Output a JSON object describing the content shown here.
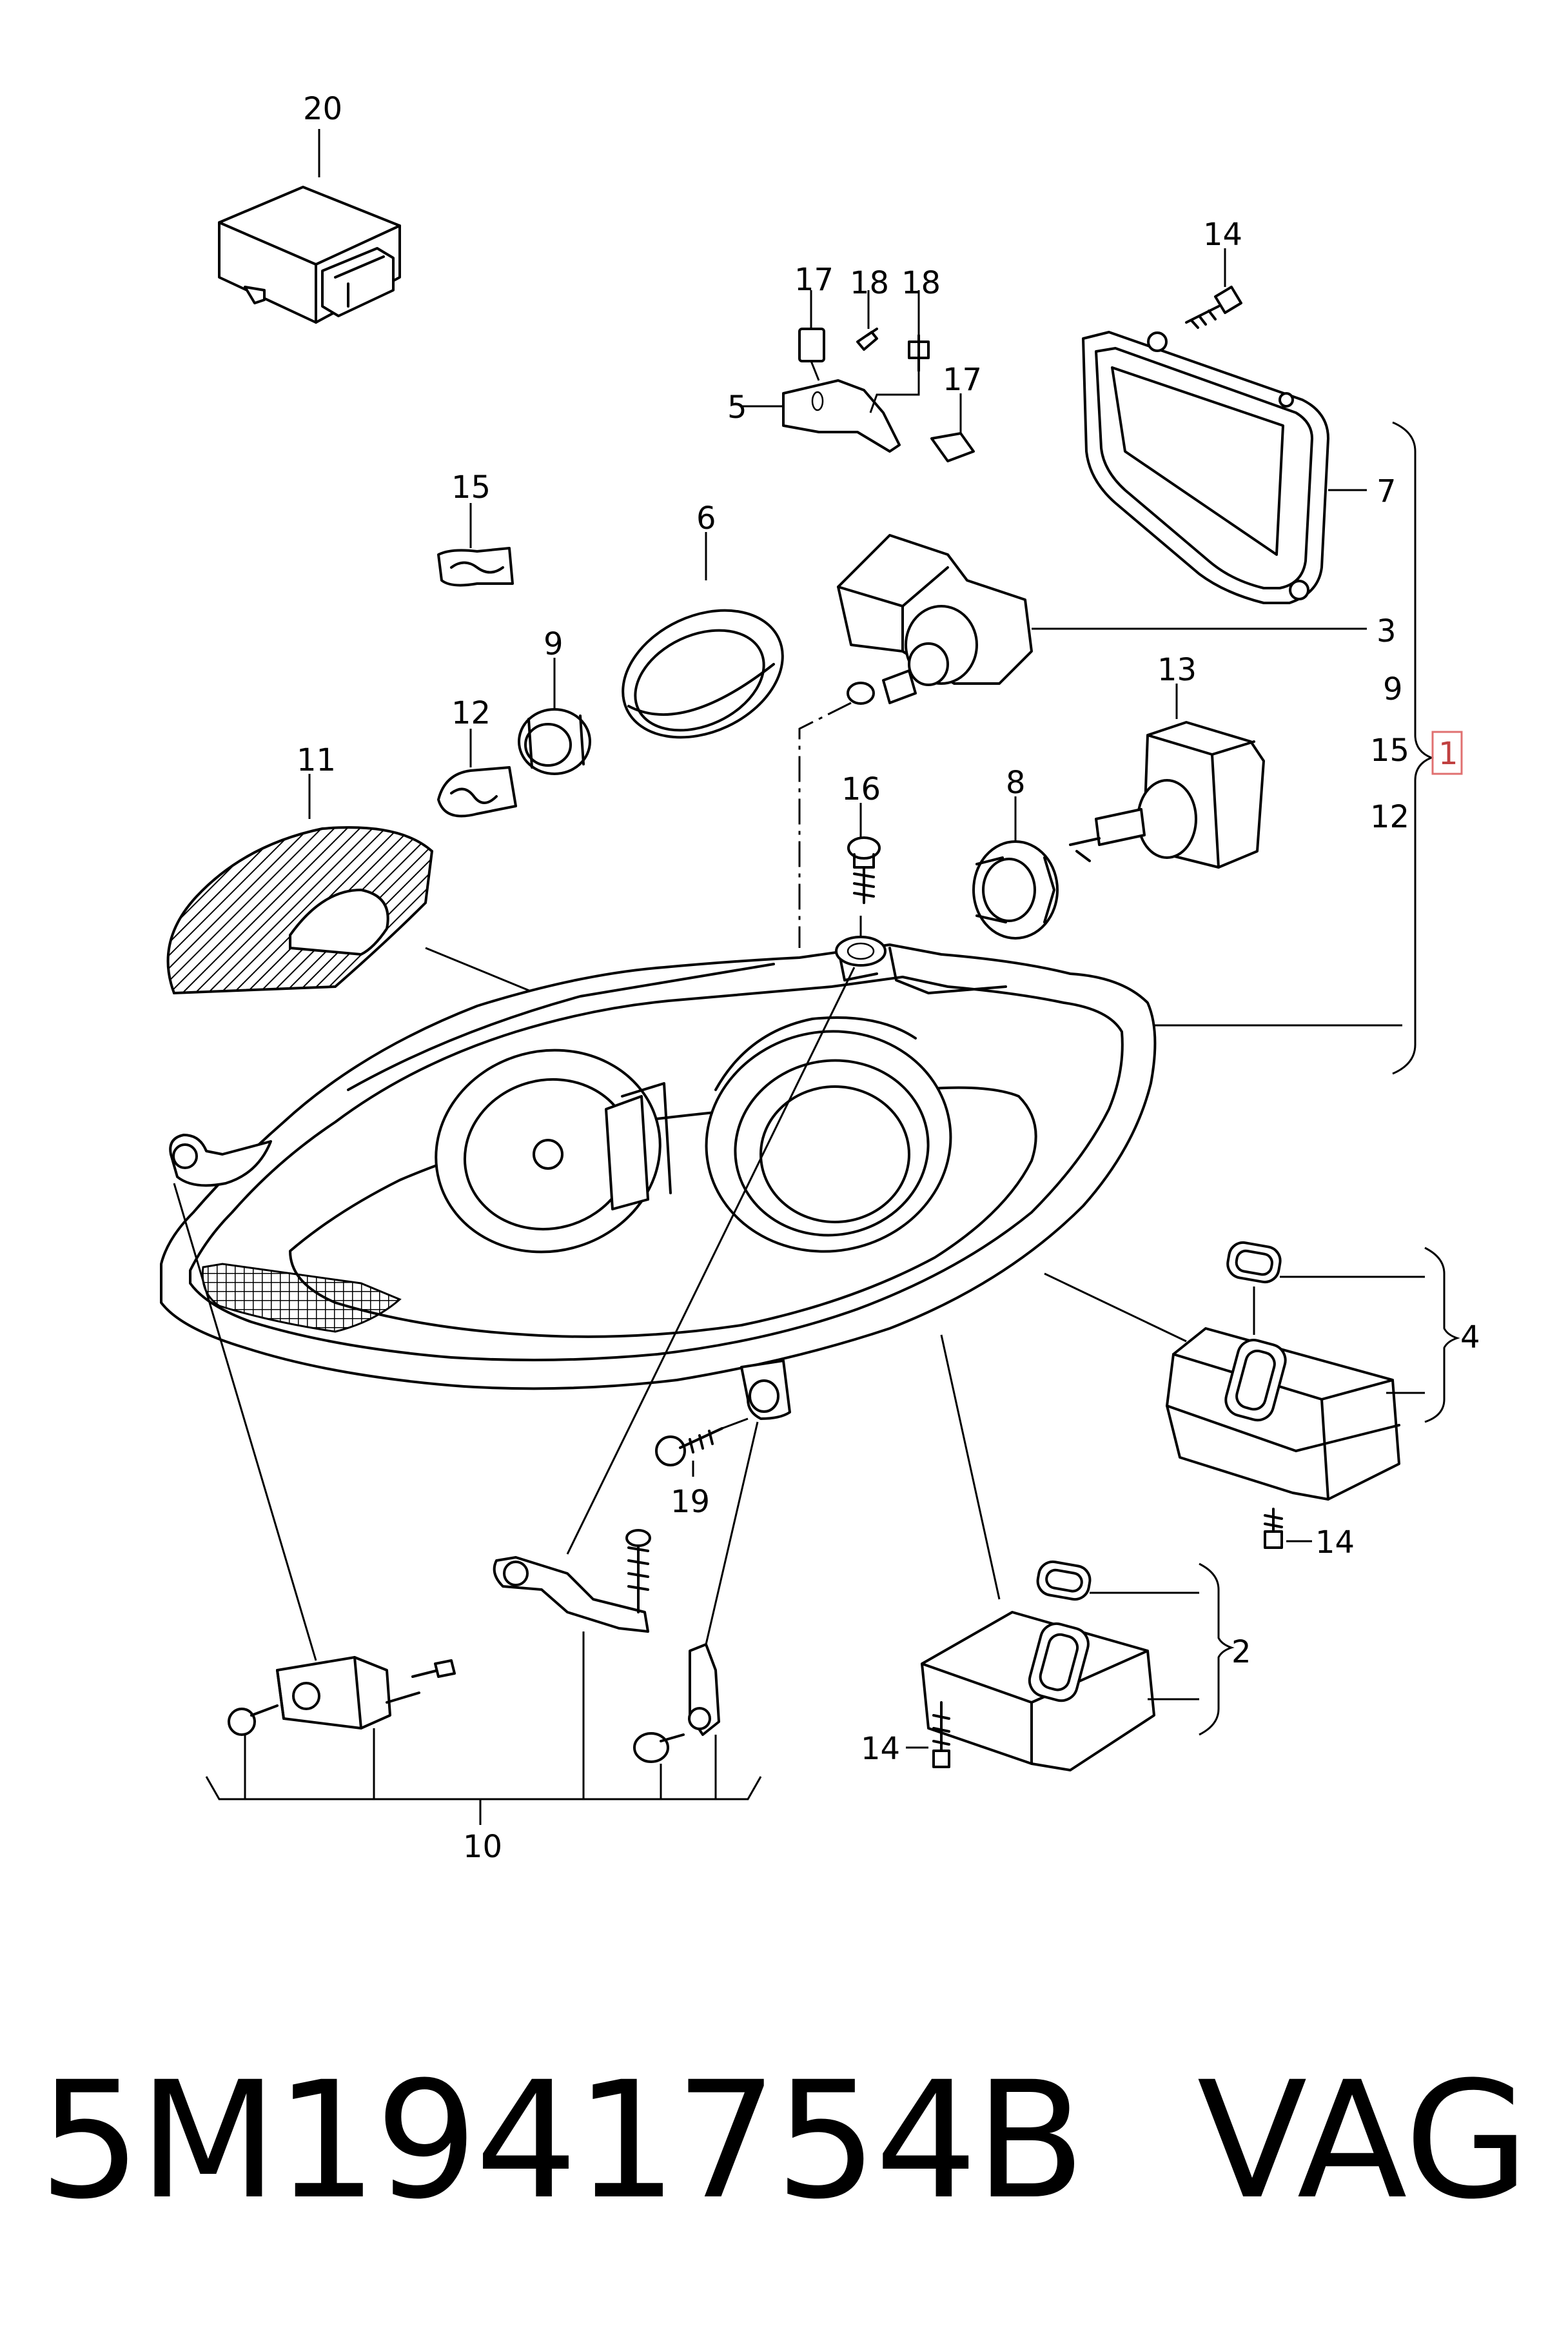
{
  "footer": {
    "part_number": "5M1941754B",
    "brand": "VAG"
  },
  "callouts": {
    "c20": "20",
    "c17a": "17",
    "c18a": "18",
    "c18b": "18",
    "c14top": "14",
    "c5": "5",
    "c17b": "17",
    "c7": "7",
    "c15a": "15",
    "c6": "6",
    "c3": "3",
    "c9a": "9",
    "c12a": "12",
    "c11": "11",
    "c13": "13",
    "c16": "16",
    "c8": "8",
    "c9b": "9",
    "c15b": "15",
    "c12b": "12",
    "c1": "1",
    "c4": "4",
    "c14b": "14",
    "c19": "19",
    "c2": "2",
    "c14c": "14",
    "c10": "10"
  },
  "colors": {
    "line": "#000000",
    "highlight_box": "#e07070"
  }
}
